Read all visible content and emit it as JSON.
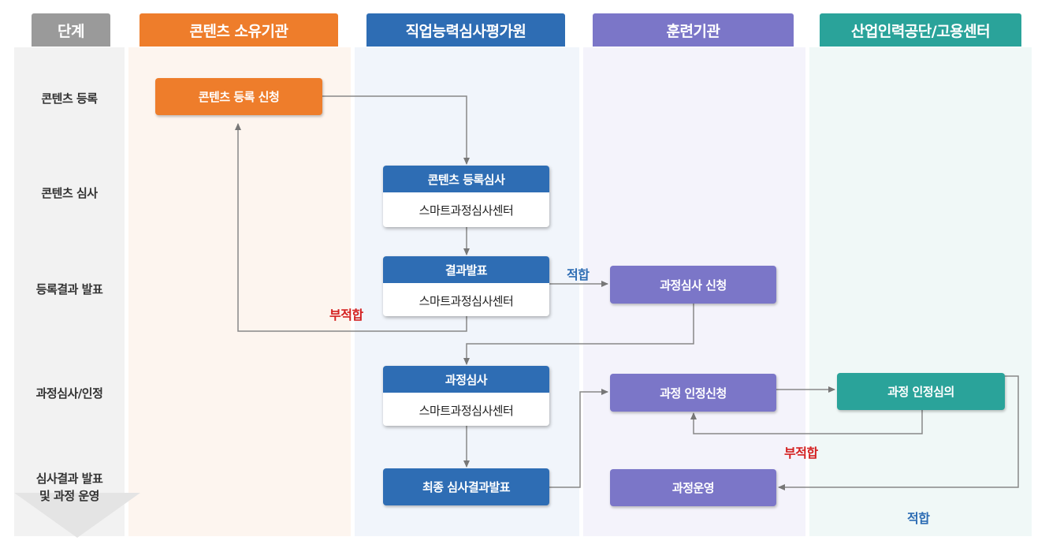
{
  "headers": {
    "stage": "단계",
    "owner": "콘텐츠 소유기관",
    "evaluator": "직업능력심사평가원",
    "trainer": "훈련기관",
    "agency": "산업인력공단/고용센터"
  },
  "stages": [
    "콘텐츠 등록",
    "콘텐츠 심사",
    "등록결과 발표",
    "과정심사/인정",
    "심사결과 발표",
    "및 과정 운영"
  ],
  "boxes": {
    "content_register_apply": "콘텐츠 등록 신청",
    "content_review_title": "콘텐츠 등록심사",
    "content_review_sub": "스마트과정심사센터",
    "result_announce_title": "결과발표",
    "result_announce_sub": "스마트과정심사센터",
    "course_review_apply": "과정심사 신청",
    "course_review_title": "과정심사",
    "course_review_sub": "스마트과정심사센터",
    "course_approval_apply": "과정 인정신청",
    "course_approval_deliberation": "과정 인정심의",
    "final_result": "최종 심사결과발표",
    "course_operation": "과정운영"
  },
  "labels": {
    "fit_1": "적합",
    "unfit_1": "부적합",
    "unfit_2": "부적합",
    "fit_2": "적합"
  },
  "colors": {
    "stage_header": "#9a9a9a",
    "owner": "#ee7d2b",
    "evaluator": "#2e6db4",
    "trainer": "#7b76c8",
    "agency": "#2aa39a",
    "fit": "#2e6db4",
    "unfit": "#d42020"
  }
}
